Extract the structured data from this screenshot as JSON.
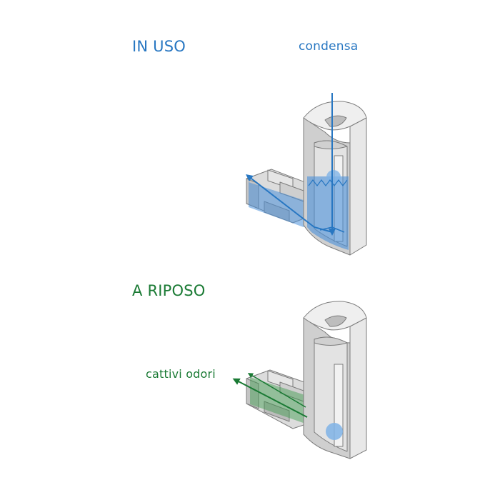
{
  "labels": {
    "in_uso": "IN USO",
    "condensa": "condensa",
    "a_riposo": "A RIPOSO",
    "cattivi_odori": "cattivi odori"
  },
  "colors": {
    "blue": "#2877c2",
    "green": "#1a7a34",
    "water": "#4a90d9",
    "body_light": "#eeeeee",
    "body_mid": "#d3d3d3",
    "body_dark": "#9a9a9a",
    "outline": "#7d7d7d"
  }
}
